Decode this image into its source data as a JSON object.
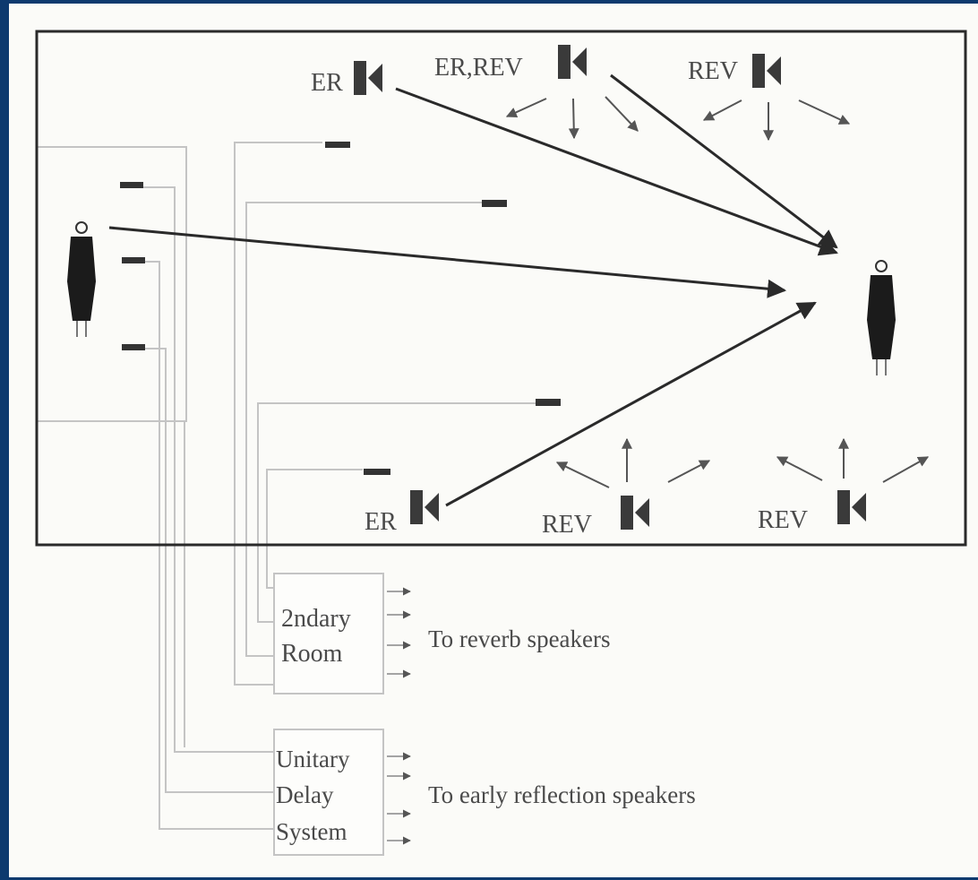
{
  "colors": {
    "frame_background": "#0d3a6e",
    "panel_background": "#fbfbf8",
    "line": "#2a2a2a",
    "wire": "#c4c4c4",
    "speaker": "#3a3a3a",
    "text": "#4a4a4a"
  },
  "speakers": {
    "top_left": "ER",
    "top_middle": "ER,REV",
    "top_right": "REV",
    "bottom_left": "ER",
    "bottom_middle": "REV",
    "bottom_right": "REV"
  },
  "processors": {
    "secondary_room": {
      "line1": "2ndary",
      "line2": "Room"
    },
    "unitary_delay": {
      "line1": "Unitary",
      "line2": "Delay",
      "line3": "System"
    }
  },
  "outputs": {
    "reverb": "To reverb speakers",
    "early_reflection": "To early reflection speakers"
  },
  "icons": {
    "speaker": "loudspeaker-icon",
    "microphone": "microphone-icon",
    "talker": "person-talker-icon",
    "listener": "person-listener-icon"
  }
}
